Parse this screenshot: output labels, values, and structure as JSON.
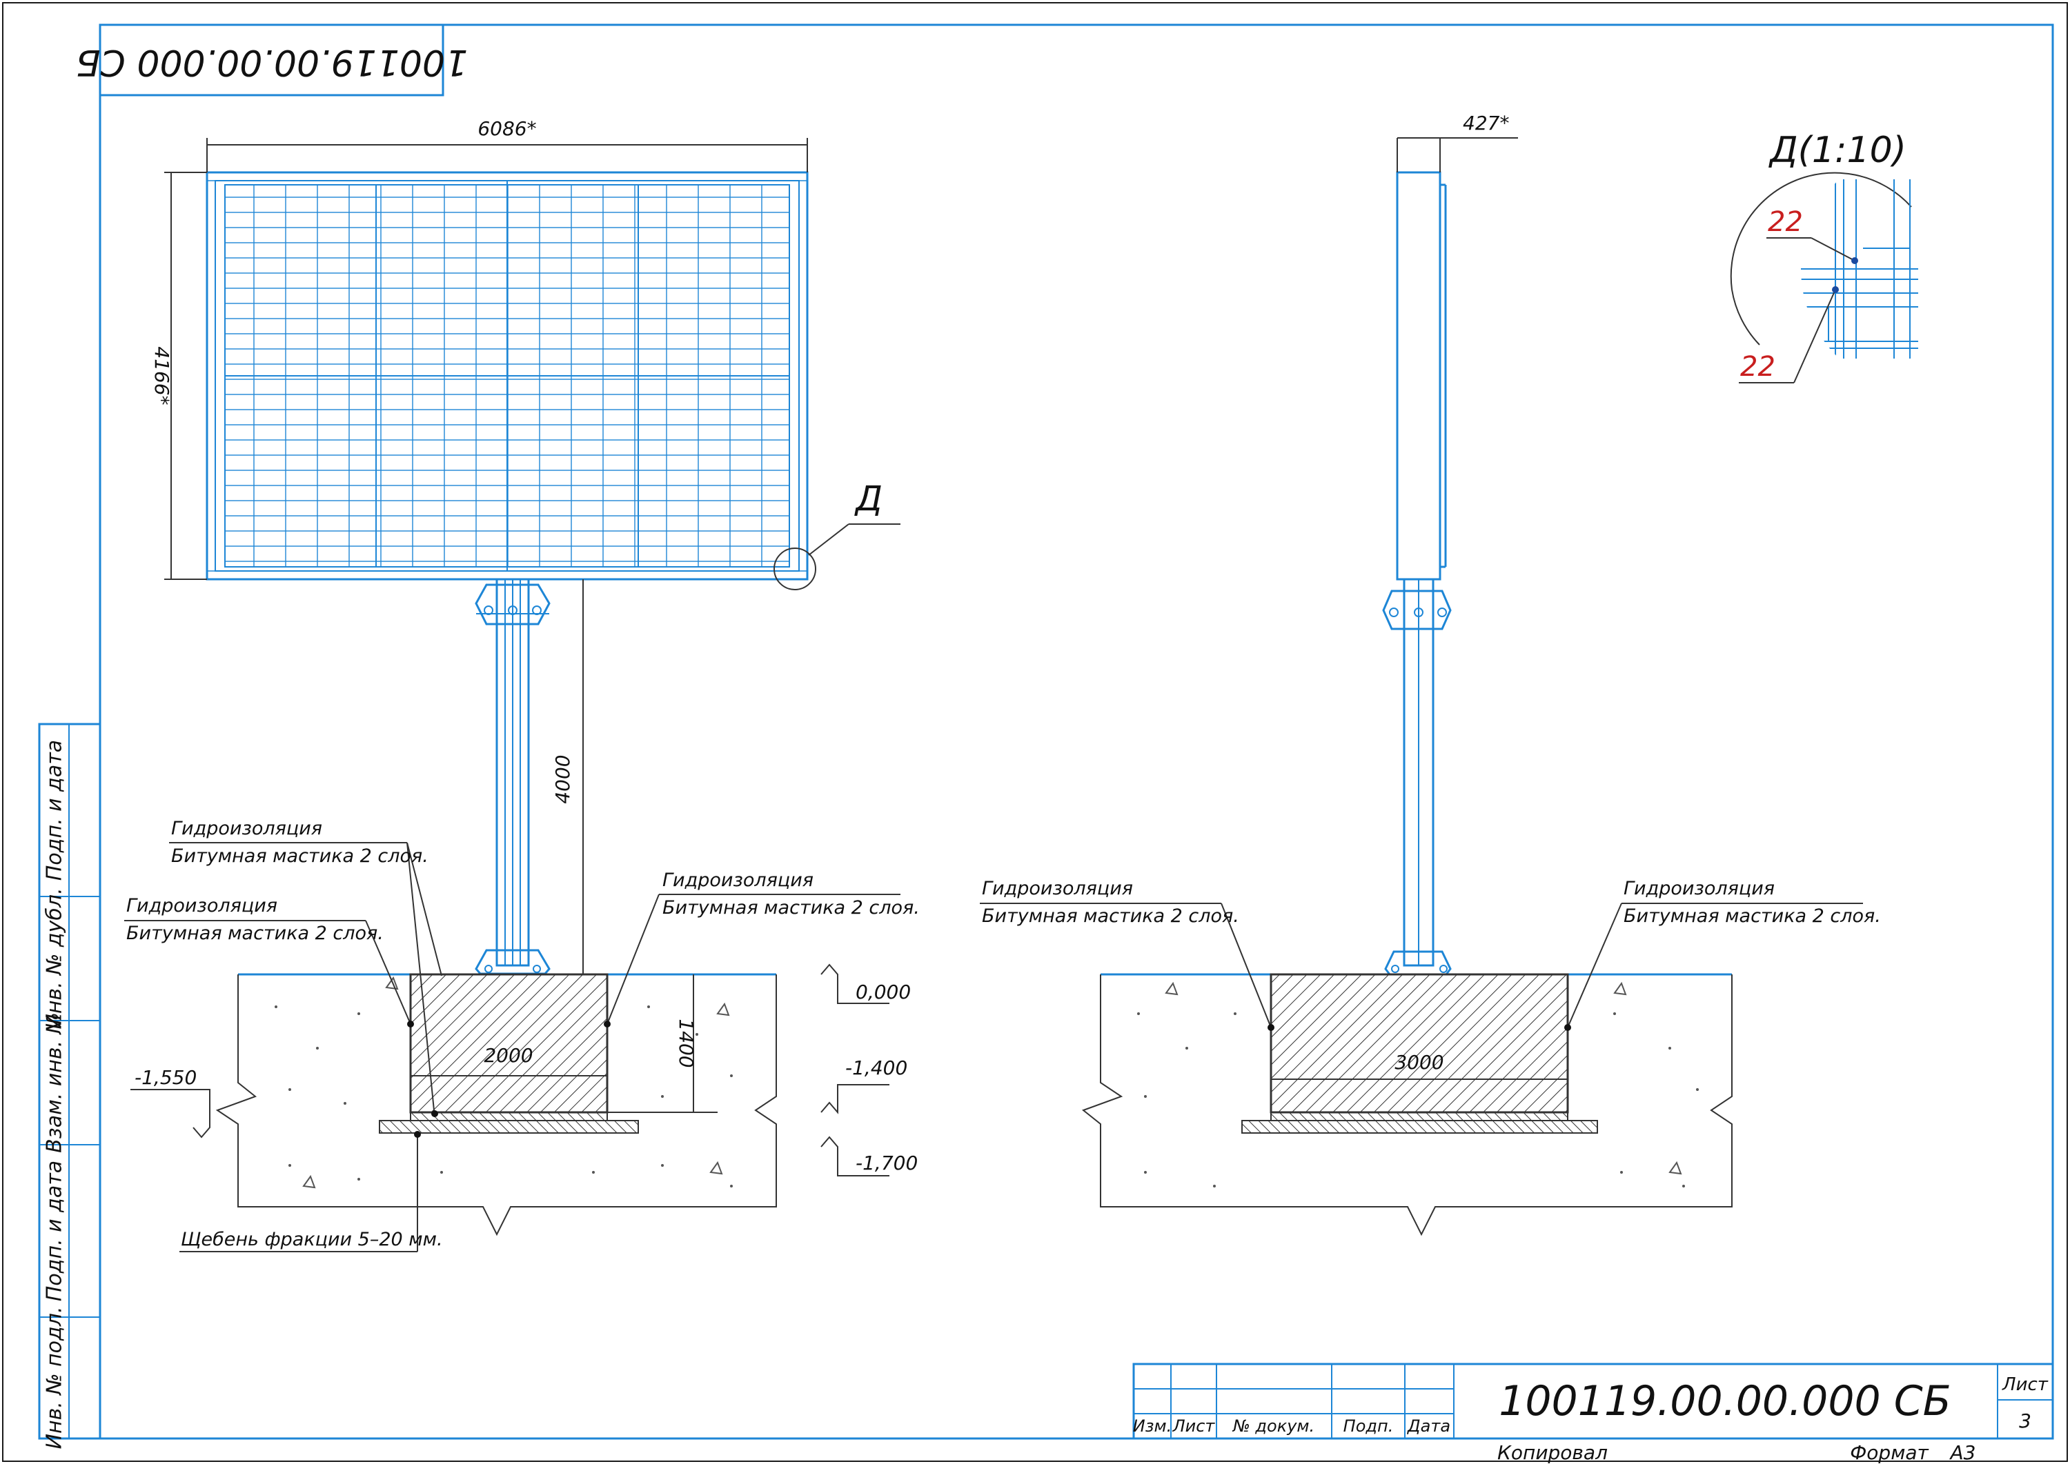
{
  "drawing_number_rotated": "100119.00.00.000 СБ",
  "drawing_number": "100119.00.00.000 СБ",
  "detail_marker": "Д",
  "detail_title": "Д(1:10)",
  "detail_weld_1": "22",
  "detail_weld_2": "22",
  "front_view": {
    "width_dim": "6086*",
    "height_dim": "4166*",
    "post_height_dim": "4000",
    "foundation_width_dim": "2000",
    "foundation_depth_dim": "1400",
    "level_top": "0,000",
    "level_mid": "-1,400",
    "level_bottom": "-1,700",
    "level_left": "-1,550",
    "waterproof_label": "Гидроизоляция",
    "waterproof_note": "Битумная мастика 2 слоя.",
    "gravel_note": "Щебень фракции 5–20 мм."
  },
  "side_view": {
    "depth_dim": "427*",
    "foundation_width_dim": "3000",
    "waterproof_label": "Гидроизоляция",
    "waterproof_note": "Битумная мастика 2 слоя."
  },
  "side_stamp": {
    "podp_data_1": "Подп. и дата",
    "inv_dubl": "Инв. № дубл.",
    "vzam_inv": "Взам. инв. №",
    "podp_data_2": "Подп. и дата",
    "inv_podl": "Инв. № подл."
  },
  "title_block": {
    "izm": "Изм.",
    "list": "Лист",
    "n_dokum": "№ докум.",
    "podp": "Подп.",
    "data": "Дата",
    "list_header": "Лист",
    "list_number": "3",
    "kopiroval": "Копировал",
    "format_label": "Формат",
    "format_value": "А3"
  },
  "colors": {
    "frame": "#1a1a1a",
    "structure": "#1d86d6",
    "dimension": "#333333",
    "annotation_red": "#c81e1e"
  }
}
